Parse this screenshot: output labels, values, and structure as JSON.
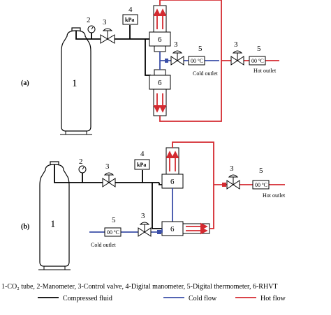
{
  "colors": {
    "compressed": "#000000",
    "cold": "#3b4fa8",
    "hot": "#d42a30"
  },
  "diagram_a": {
    "panel_label": "(a)",
    "tube_number": "1",
    "manometer_number": "2",
    "valve_number": "3",
    "digital_manometer_number": "4",
    "digital_manometer_text": "kPa",
    "rhvt_top_number": "6",
    "rhvt_bottom_number": "6",
    "cold_valve_number": "3",
    "cold_thermo_number": "5",
    "cold_thermo_text": "00 ºC",
    "cold_outlet_label": "Cold outlet",
    "hot_valve_number": "3",
    "hot_thermo_number": "5",
    "hot_thermo_text": "00 ºC",
    "hot_outlet_label": "Hot outlet"
  },
  "diagram_b": {
    "panel_label": "(b)",
    "tube_number": "1",
    "manometer_number": "2",
    "valve_number": "3",
    "digital_manometer_number": "4",
    "digital_manometer_text": "kPa",
    "rhvt_top_number": "6",
    "rhvt_bottom_number": "6",
    "hot_valve_number": "3",
    "hot_thermo_number": "5",
    "hot_thermo_text": "00 ºC",
    "hot_outlet_label": "Hot outlet",
    "cold_thermo_number": "5",
    "cold_thermo_text": "00 ºC",
    "cold_valve_number": "3",
    "cold_outlet_label": "Cold outlet"
  },
  "caption": "1-CO₂ tube, 2-Manometer, 3-Control valve, 4-Digital manometer, 5-Digital thermometer, 6-RHVT",
  "legend": [
    {
      "label": "Compressed fluid",
      "color": "#000000"
    },
    {
      "label": "Cold flow",
      "color": "#3b4fa8"
    },
    {
      "label": "Hot flow",
      "color": "#d42a30"
    }
  ]
}
